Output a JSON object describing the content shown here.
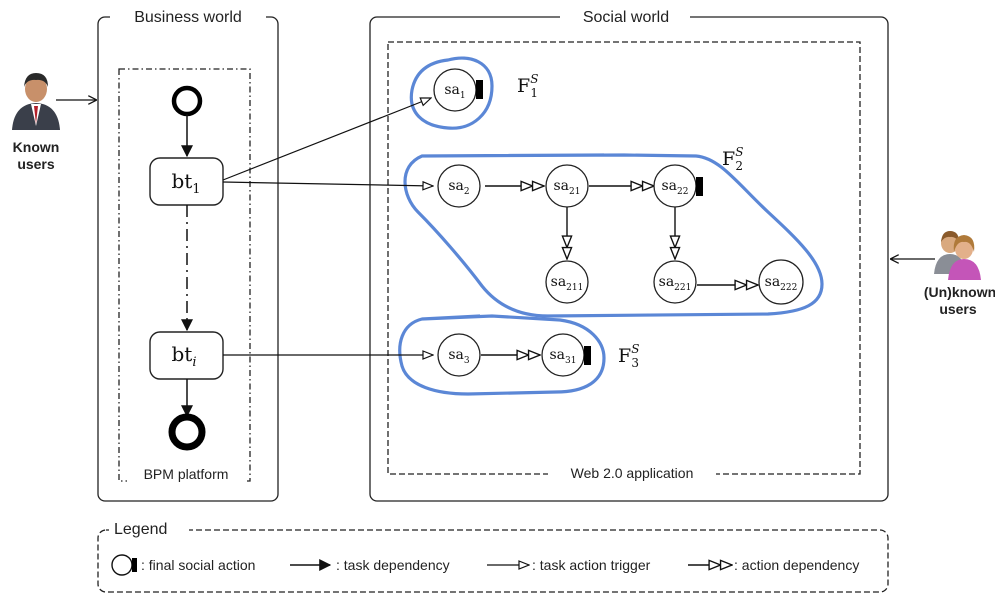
{
  "panels": {
    "business_title": "Business world",
    "social_title": "Social world",
    "bpm_label": "BPM platform",
    "web_label": "Web 2.0 application"
  },
  "actors": {
    "known_line1": "Known",
    "known_line2": "users",
    "unknown_line1": "(Un)known",
    "unknown_line2": "users",
    "known_icon": "business-man-icon",
    "unknown_icon": "user-group-icon"
  },
  "business_tasks": {
    "bt1": {
      "base": "bt",
      "sub": "1"
    },
    "bti": {
      "base": "bt",
      "sub": "i"
    }
  },
  "social_actions": [
    {
      "id": "sa1",
      "base": "sa",
      "sub": "1",
      "final": true
    },
    {
      "id": "sa2",
      "base": "sa",
      "sub": "2",
      "final": false
    },
    {
      "id": "sa21",
      "base": "sa",
      "sub": "21",
      "final": false
    },
    {
      "id": "sa22",
      "base": "sa",
      "sub": "22",
      "final": true
    },
    {
      "id": "sa211",
      "base": "sa",
      "sub": "211",
      "final": false
    },
    {
      "id": "sa221",
      "base": "sa",
      "sub": "221",
      "final": false
    },
    {
      "id": "sa222",
      "base": "sa",
      "sub": "222",
      "final": false
    },
    {
      "id": "sa3",
      "base": "sa",
      "sub": "3",
      "final": false
    },
    {
      "id": "sa31",
      "base": "sa",
      "sub": "31",
      "final": true
    }
  ],
  "fragments": [
    {
      "id": "F1",
      "base": "F",
      "sub": "1",
      "sup": "S"
    },
    {
      "id": "F2",
      "base": "F",
      "sub": "2",
      "sup": "S"
    },
    {
      "id": "F3",
      "base": "F",
      "sub": "3",
      "sup": "S"
    }
  ],
  "legend": {
    "title": "Legend",
    "final_social_action": ": final social action",
    "task_dependency": ": task dependency",
    "task_action_trigger": ": task action trigger",
    "action_dependency": ": action dependency"
  },
  "colors": {
    "fragment_outline": "#5b87d6",
    "stroke": "#111111"
  }
}
